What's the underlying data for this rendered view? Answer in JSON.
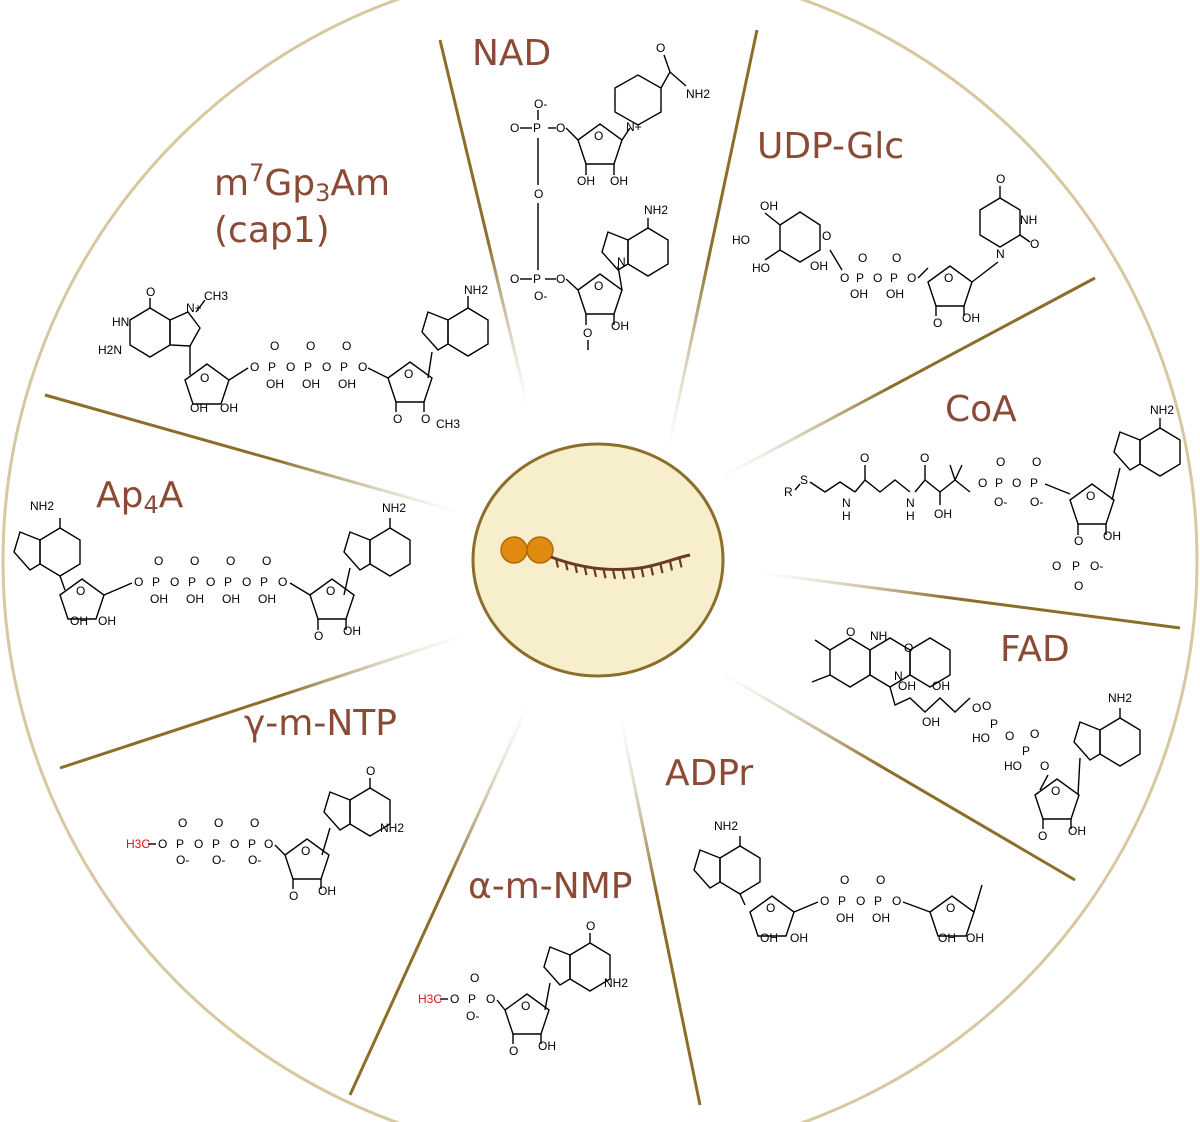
{
  "segments": [
    {
      "id": "nad",
      "label": "NAD"
    },
    {
      "id": "udp-glc",
      "label": "UDP-Glc"
    },
    {
      "id": "coa",
      "label": "CoA"
    },
    {
      "id": "fad",
      "label": "FAD"
    },
    {
      "id": "adpr",
      "label": "ADPr"
    },
    {
      "id": "a-m-nmp",
      "label": "α-m-NMP"
    },
    {
      "id": "g-m-ntp",
      "label": "γ-m-NTP"
    },
    {
      "id": "ap4a",
      "label": "Ap",
      "label_sub": "4",
      "label_after": "A"
    },
    {
      "id": "cap1",
      "label": "m",
      "label_sup": "7",
      "label_mid": "Gp",
      "label_sub": "3",
      "label_after": "Am",
      "label_line2": "(cap1)"
    }
  ],
  "atoms": {
    "nh2": "NH2",
    "h2n": "H2N",
    "oh": "OH",
    "ho": "HO",
    "o": "O",
    "p": "P",
    "n": "N",
    "nh": "NH",
    "hn": "HN",
    "o_minus": "O-",
    "n_plus": "N+",
    "s": "S",
    "r": "R",
    "ch3": "CH3",
    "h3c": "H3C",
    "h": "H"
  },
  "colors": {
    "ring": "#d8c8a0",
    "divider": "#8c6e2a",
    "label": "#8b4a35",
    "center_fill": "#f7efcc",
    "center_stroke": "#8c6e2a",
    "cap_ball": "#e08a12",
    "tail": "#6b3a1f",
    "methyl_red": "#e01010"
  }
}
